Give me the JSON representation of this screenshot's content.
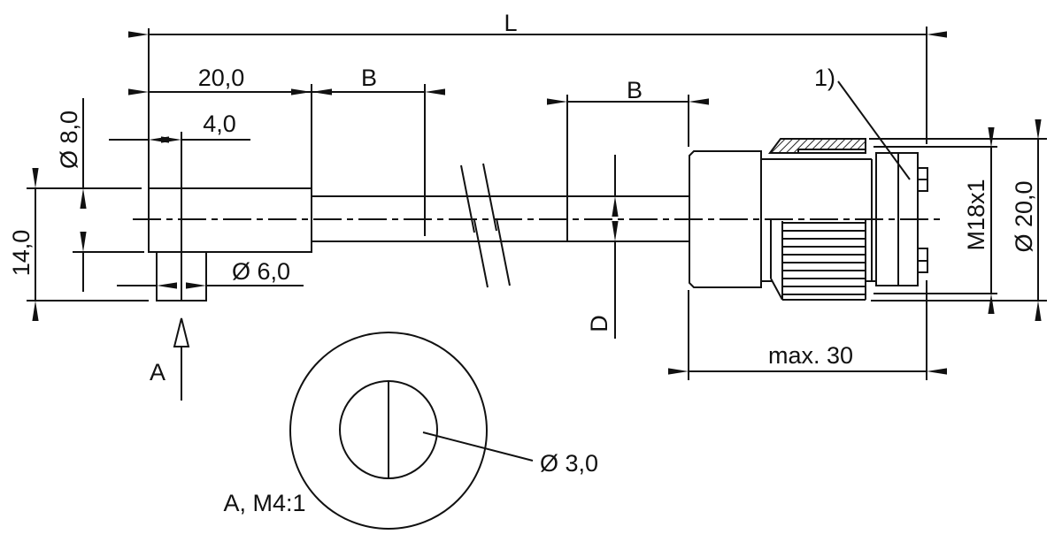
{
  "drawing": {
    "colors": {
      "line": "#111111",
      "background": "#ffffff"
    },
    "labels": {
      "overall_length": "L",
      "head_length": "20,0",
      "b_left": "B",
      "b_right": "B",
      "tip_offset": "4,0",
      "head_diameter": "Ø 8,0",
      "head_height": "14,0",
      "stub_diameter": "Ø 6,0",
      "view_arrow": "A",
      "shaft_diameter": "D",
      "connector_max_length": "max. 30",
      "footnote_ref": "1)",
      "thread": "M18x1",
      "connector_diameter": "Ø 20,0",
      "detail_hole_diameter": "Ø 3,0",
      "detail_caption": "A, M4:1"
    }
  }
}
